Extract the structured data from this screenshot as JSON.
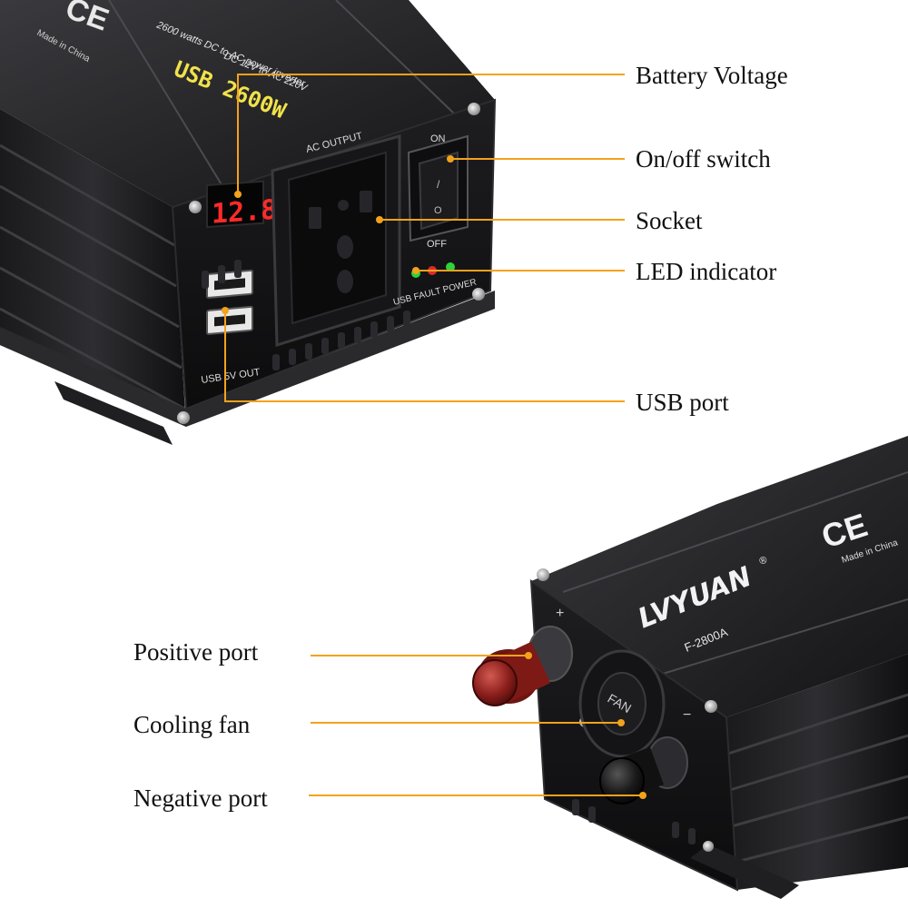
{
  "colors": {
    "accent": "#f4a21b",
    "body": "#1c1c1e",
    "label": "#111111"
  },
  "top_inverter": {
    "ce_mark": "CE",
    "made_in": "Made in China",
    "spec_line_1": "2600 watts DC to AC power inverter",
    "spec_line_2": "DC 12V to AC 220V",
    "model": "USB 2600W",
    "ac_output_label": "AC OUTPUT",
    "switch_on_label": "ON",
    "switch_off_label": "OFF",
    "switch_on_symbol": "/",
    "switch_off_symbol": "O",
    "display_value": "12.8",
    "usb_label": "USB 5V OUT",
    "led_label": "USB FAULT POWER"
  },
  "bottom_inverter": {
    "brand": "LVYUAN",
    "registered": "®",
    "model": "F-2800A",
    "ce_mark": "CE",
    "made_in": "Made in China",
    "fan_label": "FAN",
    "plus_symbol": "+",
    "minus_symbol": "−"
  },
  "callouts": {
    "battery_voltage": "Battery Voltage",
    "on_off_switch": "On/off switch",
    "socket": "Socket",
    "led_indicator": "LED indicator",
    "usb_port": "USB port",
    "positive_port": "Positive port",
    "cooling_fan": "Cooling fan",
    "negative_port": "Negative port"
  }
}
